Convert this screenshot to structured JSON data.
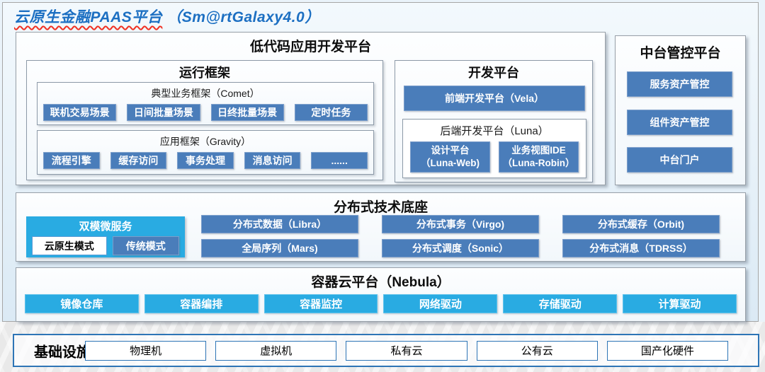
{
  "page": {
    "title_main": "云原生金融PAAS平台",
    "title_sub": "（Sm@rtGalaxy4.0）"
  },
  "colors": {
    "steel_blue": "#4a7dba",
    "cyan": "#29abe2",
    "title_blue": "#1c6fc2",
    "infra_border": "#2e75b6",
    "underline_red": "#f03022"
  },
  "low_code": {
    "title": "低代码应用开发平台",
    "runtime": {
      "title": "运行框架",
      "comet": {
        "title": "典型业务框架（Comet）",
        "items": [
          "联机交易场景",
          "日间批量场景",
          "日终批量场景",
          "定时任务"
        ]
      },
      "gravity": {
        "title": "应用框架（Gravity）",
        "items": [
          "流程引擎",
          "缓存访问",
          "事务处理",
          "消息访问",
          "......"
        ]
      }
    },
    "dev": {
      "title": "开发平台",
      "vela": "前端开发平台（Vela）",
      "luna": {
        "title": "后端开发平台（Luna）",
        "items": [
          {
            "line1": "设计平台",
            "line2": "（Luna-Web)"
          },
          {
            "line1": "业务视图IDE",
            "line2": "（Luna-Robin）"
          }
        ]
      }
    }
  },
  "mid_platform": {
    "title": "中台管控平台",
    "items": [
      "服务资产管控",
      "组件资产管控",
      "中台门户"
    ]
  },
  "distributed": {
    "title": "分布式技术底座",
    "dual_mode": {
      "title": "双模微服务",
      "cloud_native": "云原生模式",
      "traditional": "传统模式"
    },
    "items": [
      "分布式数据（Libra）",
      "分布式事务（Virgo)",
      "分布式缓存（Orbit)",
      "全局序列（Mars)",
      "分布式调度（Sonic）",
      "分布式消息（TDRSS）"
    ]
  },
  "container_cloud": {
    "title": "容器云平台（Nebula）",
    "items": [
      "镜像仓库",
      "容器编排",
      "容器监控",
      "网络驱动",
      "存储驱动",
      "计算驱动"
    ]
  },
  "infrastructure": {
    "title": "基础设施",
    "items": [
      "物理机",
      "虚拟机",
      "私有云",
      "公有云",
      "国产化硬件"
    ]
  }
}
